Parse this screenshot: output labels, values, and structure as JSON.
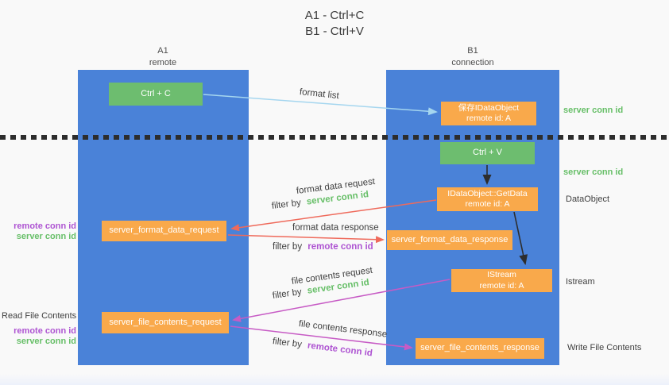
{
  "title": {
    "line1": "A1 - Ctrl+C",
    "line2": "B1 - Ctrl+V"
  },
  "lifelines": {
    "left": {
      "name": "A1",
      "role": "remote"
    },
    "right": {
      "name": "B1",
      "role": "connection"
    }
  },
  "nodes": {
    "ctrl_c": {
      "label": "Ctrl + C"
    },
    "save_idataobject": {
      "line1": "保存IDataObject",
      "line2": "remote id: A"
    },
    "ctrl_v": {
      "label": "Ctrl + V"
    },
    "getdata": {
      "line1": "IDataObject::GetData",
      "line2": "remote id: A"
    },
    "format_request": {
      "label": "server_format_data_request"
    },
    "format_response": {
      "label": "server_format_data_response"
    },
    "istream": {
      "line1": "IStream",
      "line2": "remote id: A"
    },
    "file_request": {
      "label": "server_file_contents_request"
    },
    "file_response": {
      "label": "server_file_contents_response"
    }
  },
  "flow_labels": {
    "format_list": "format list",
    "format_data_request": "format data request",
    "format_data_response": "format data response",
    "file_contents_request": "file contents request",
    "file_contents_response": "file contents response",
    "filter_by": "filter by",
    "server_conn_id": "server conn id",
    "remote_conn_id": "remote conn id"
  },
  "side_labels": {
    "right_top_conn": "server conn id",
    "right_mid_conn": "server conn id",
    "dataobject": "DataObject",
    "istream": "Istream",
    "write_file": "Write File Contents",
    "read_file": "Read File Contents",
    "left_remote_conn_1": "remote conn id",
    "left_server_conn_1": "server conn id",
    "left_remote_conn_2": "remote conn id",
    "left_server_conn_2": "server conn id"
  },
  "colors": {
    "column_blue": "#4a82d8",
    "box_green": "#6dbd6f",
    "box_orange": "#f9a94b",
    "text_green": "#67bf68",
    "text_purple": "#ae54d2",
    "arrow_red": "#ef6a5b",
    "arrow_magenta": "#c75bc5",
    "arrow_lightblue": "#a5d6ef",
    "arrow_black": "#2d2d2d"
  }
}
